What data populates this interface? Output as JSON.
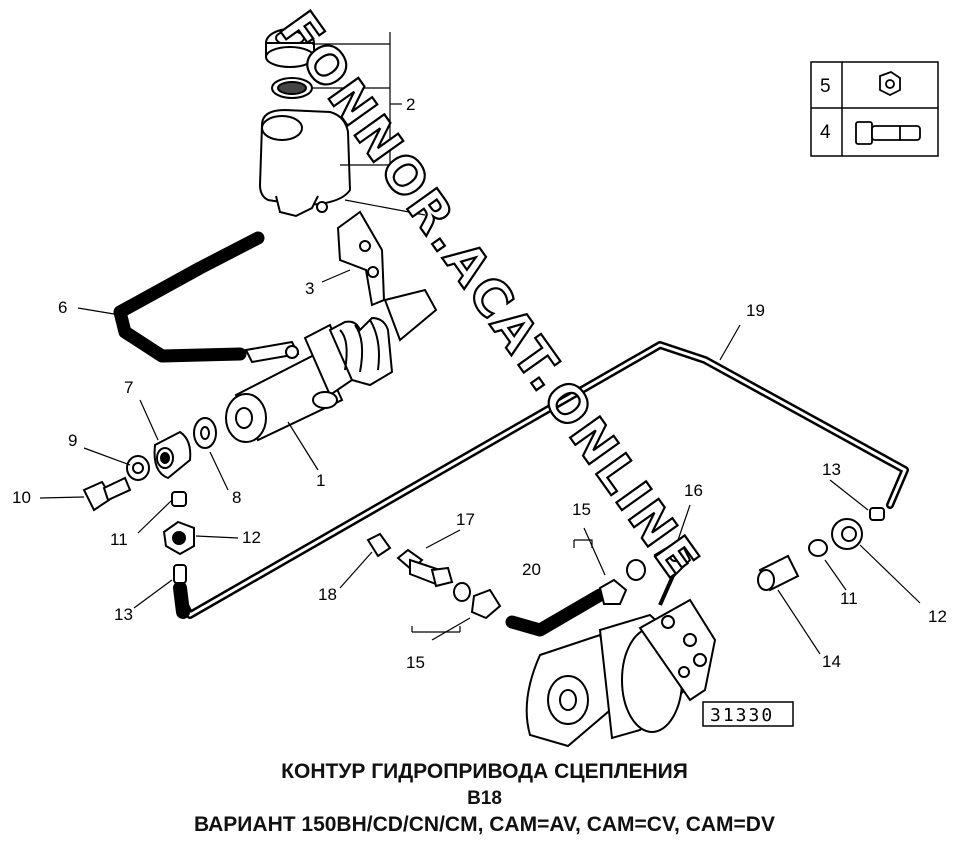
{
  "callouts": {
    "c1": "1",
    "c2": "2",
    "c3": "3",
    "c4": "4",
    "c6": "6",
    "c7": "7",
    "c8": "8",
    "c9": "9",
    "c10": "10",
    "c11a": "11",
    "c11b": "11",
    "c12a": "12",
    "c12b": "12",
    "c13a": "13",
    "c13b": "13",
    "c14": "14",
    "c15a": "15",
    "c15b": "15",
    "c16": "16",
    "c17": "17",
    "c18": "18",
    "c19": "19",
    "c20": "20"
  },
  "legend": {
    "row1": "5",
    "row2": "4"
  },
  "reference": "31330",
  "watermark": "FONNOR.ACAT.ONLINE",
  "caption": {
    "line1": "КОНТУР ГИДРОПРИВОДА СЦЕПЛЕНИЯ",
    "line2": "B18",
    "line3": "ВАРИАНТ 150BH/CD/CN/CM, CAM=AV, CAM=CV, CAM=DV"
  }
}
